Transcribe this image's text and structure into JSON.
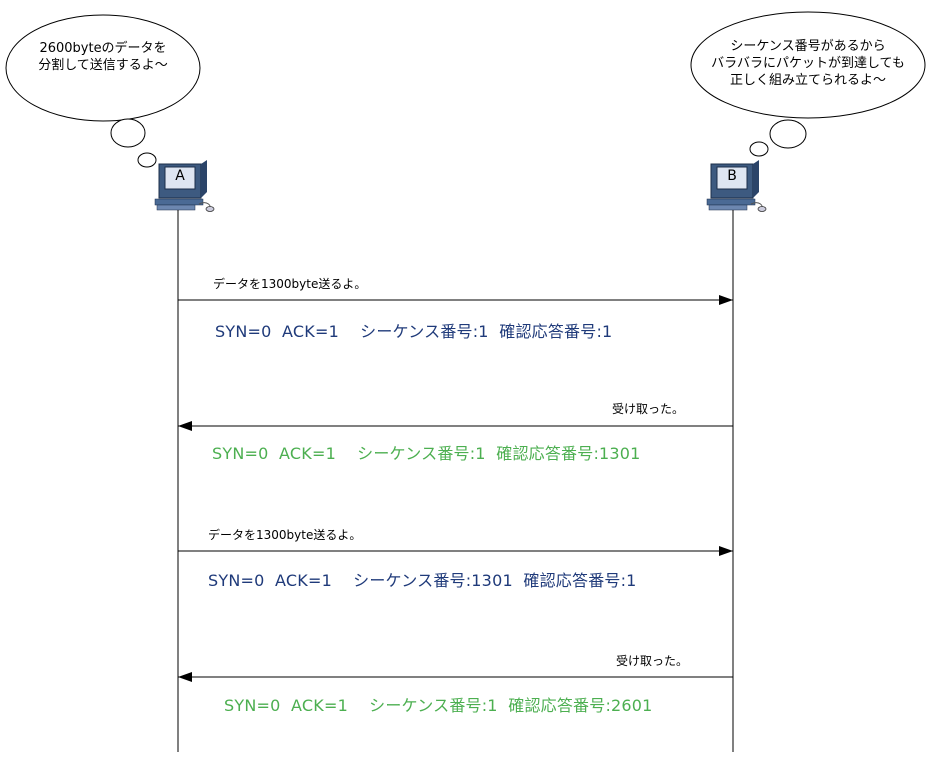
{
  "colors": {
    "outbound_header": "#1f3a7a",
    "inbound_header": "#4caf50",
    "line": "#000000"
  },
  "hosts": {
    "a": {
      "label": "A",
      "icon": "computer-icon"
    },
    "b": {
      "label": "B",
      "icon": "computer-icon"
    }
  },
  "bubbles": {
    "a": [
      "2600byteのデータを",
      "分割して送信するよ～"
    ],
    "b": [
      "シーケンス番号があるから",
      "バラバラにパケットが到達しても",
      "正しく組み立てられるよ～"
    ]
  },
  "messages": [
    {
      "direction": "A→B",
      "note": "データを1300byte送るよ。",
      "header": "SYN=0  ACK=1    シーケンス番号:1  確認応答番号:1"
    },
    {
      "direction": "B→A",
      "note": "受け取った。",
      "header": "SYN=0  ACK=1    シーケンス番号:1  確認応答番号:1301"
    },
    {
      "direction": "A→B",
      "note": "データを1300byte送るよ。",
      "header": "SYN=0  ACK=1    シーケンス番号:1301  確認応答番号:1"
    },
    {
      "direction": "B→A",
      "note": "受け取った。",
      "header": "SYN=0  ACK=1    シーケンス番号:1  確認応答番号:2601"
    }
  ]
}
